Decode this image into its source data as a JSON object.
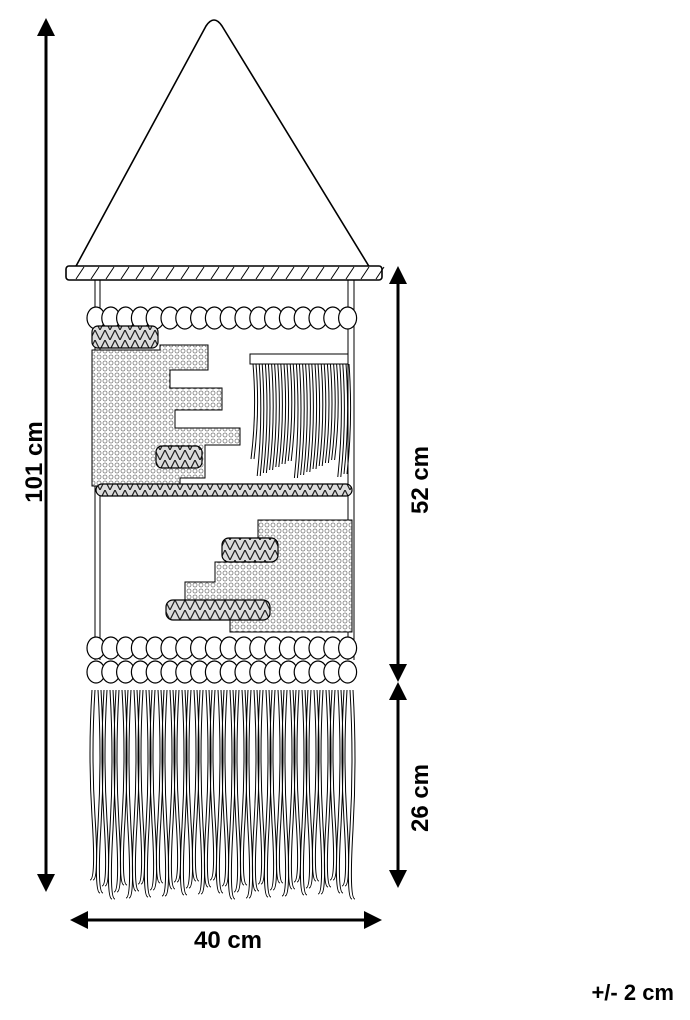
{
  "dimensions": {
    "total_height": "101 cm",
    "body_height": "52 cm",
    "fringe_height": "26 cm",
    "width": "40 cm"
  },
  "tolerance": "+/- 2 cm",
  "colors": {
    "line": "#000000",
    "pattern": "#9a9a9a",
    "fringe": "#555555",
    "background": "#ffffff"
  }
}
